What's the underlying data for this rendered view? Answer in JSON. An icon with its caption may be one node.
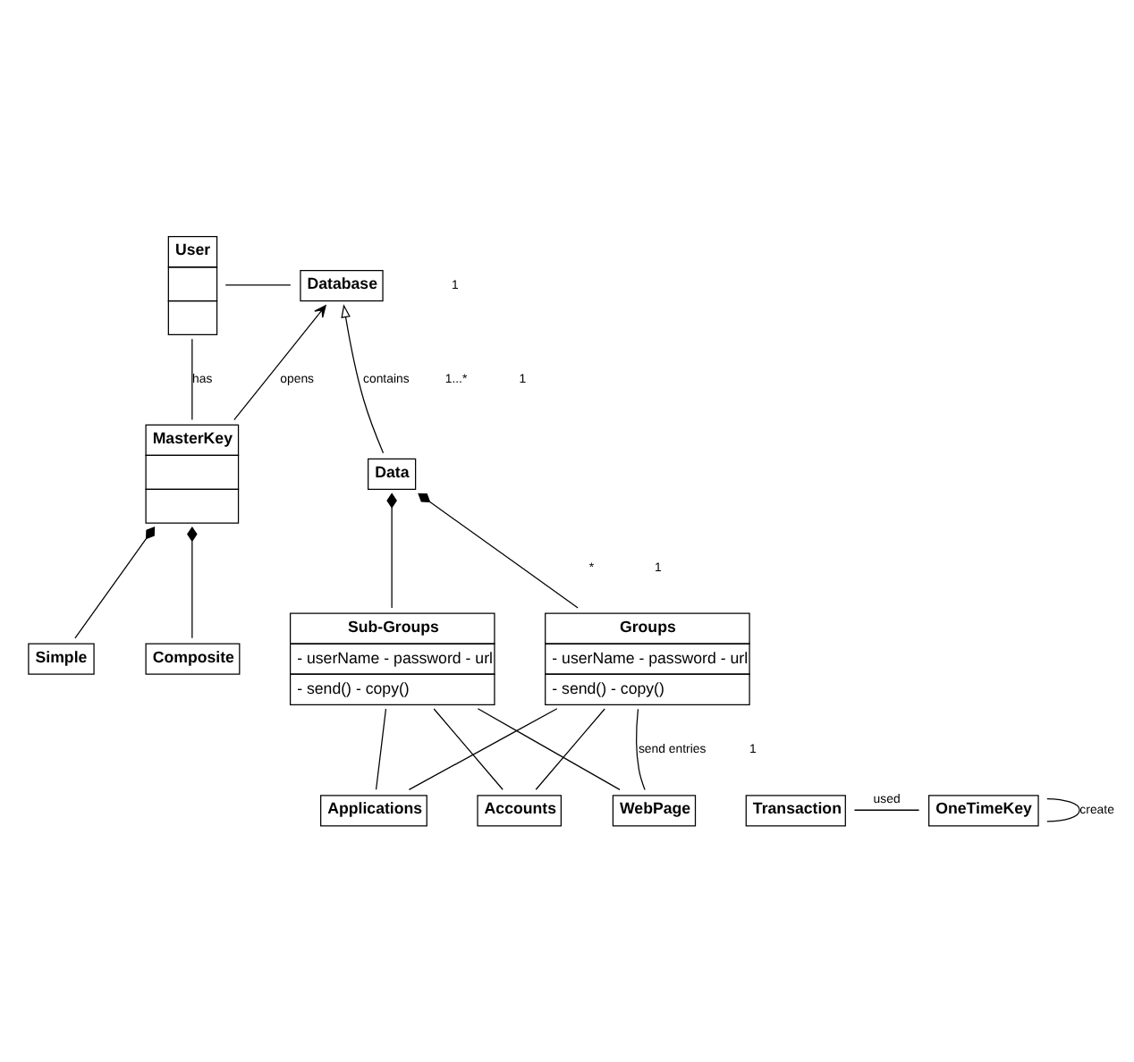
{
  "diagram": {
    "nodes": [
      {
        "text": [
          "User"
        ]
      },
      {
        "text": [
          "Database"
        ]
      },
      {
        "text": [
          "Data"
        ]
      },
      {
        "text": [
          "Groups",
          "- userName - password - url",
          "- send() - copy()"
        ]
      },
      {
        "text": [
          "Sub-Groups",
          "- userName - password - url",
          "- send() - copy()"
        ]
      },
      {
        "text": [
          "MasterKey"
        ]
      },
      {
        "text": [
          "Simple"
        ]
      },
      {
        "text": [
          "Composite"
        ]
      },
      {
        "text": [
          "Applications"
        ]
      },
      {
        "text": [
          "WebPage"
        ]
      },
      {
        "text": [
          "Accounts"
        ]
      },
      {
        "text": [
          "OneTimeKey"
        ]
      },
      {
        "text": [
          "Transaction"
        ]
      }
    ],
    "edges": [
      {
        "from": 0,
        "to": 1,
        "arrow": "none"
      },
      {
        "from": 0,
        "to": 5,
        "arrow": "none",
        "label": "has"
      },
      {
        "from": 5,
        "to": 1,
        "arrow": "to",
        "label": "opens"
      },
      {
        "from": 2,
        "to": 1,
        "arrow": "to",
        "label": "contains"
      },
      {
        "from": 3,
        "to": 2,
        "arrow": "other"
      },
      {
        "from": 4,
        "to": 2,
        "arrow": "other"
      },
      {
        "from": 6,
        "to": 5,
        "arrow": "other"
      },
      {
        "from": 7,
        "to": 5,
        "arrow": "other"
      },
      {
        "from": 3,
        "to": 8,
        "arrow": "none"
      },
      {
        "from": 3,
        "to": 9,
        "arrow": "none",
        "label": "send entries"
      },
      {
        "from": 3,
        "to": 10,
        "arrow": "none"
      },
      {
        "from": 4,
        "to": 8,
        "arrow": "none"
      },
      {
        "from": 4,
        "to": 9,
        "arrow": "none"
      },
      {
        "from": 4,
        "to": 10,
        "arrow": "none"
      },
      {
        "from": 11,
        "to": 11,
        "arrow": "none",
        "label": "create"
      },
      {
        "from": 11,
        "to": 12,
        "arrow": "none",
        "label": "used"
      }
    ],
    "labels": [
      "1...*",
      "*",
      "1",
      "1",
      "1",
      "1"
    ]
  }
}
